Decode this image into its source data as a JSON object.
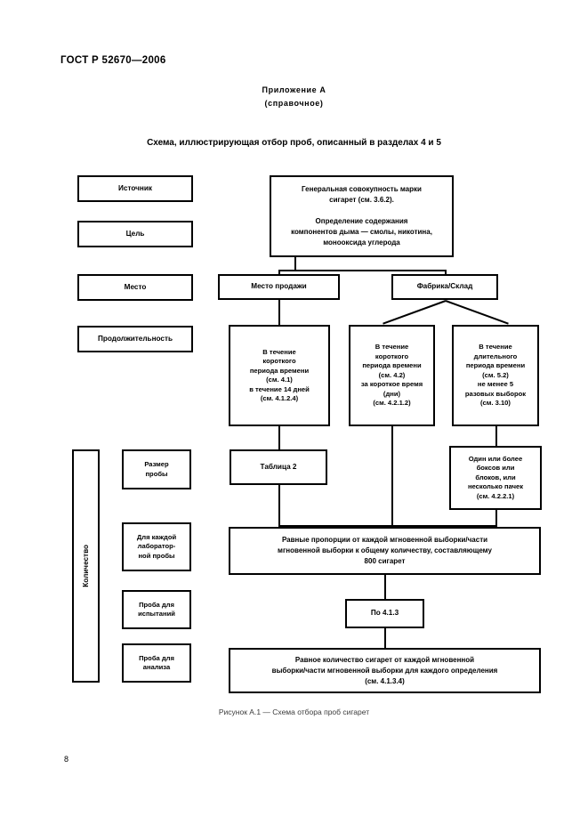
{
  "document": {
    "standard_header": "ГОСТ Р 52670—2006",
    "annex_label": "Приложение А",
    "annex_kind": "(справочное)",
    "scheme_title": "Схема, иллюстрирующая отбор проб, описанный в разделах 4 и 5",
    "figure_caption": "Рисунок А.1 — Схема отбора проб сигарет",
    "page_number": "8"
  },
  "row_labels": [
    {
      "label": "Источник"
    },
    {
      "label": "Цель"
    },
    {
      "label": "Место"
    },
    {
      "label": "Продолжительность"
    }
  ],
  "quantity_group": {
    "vertical_label": "Количество",
    "items": [
      {
        "label": "Размер\nпробы"
      },
      {
        "label": "Для каждой\nлаборатор-\nной пробы"
      },
      {
        "label": "Проба для\nиспытаний"
      },
      {
        "label": "Проба для\nанализа"
      }
    ]
  },
  "flowchart": {
    "population_box": "Генеральная совокупность марки\nсигарет (см. 3.6.2).\n\nОпределение содержания\nкомпонентов дыма — смолы, никотина,\nмонооксида углерода",
    "place_sale": "Место продажи",
    "factory_store": "Фабрика/Склад",
    "period_short_sale": "В течение\nкороткого\nпериода времени\n(см. 4.1)\nв течение 14 дней\n(см. 4.1.2.4)",
    "period_short_factory": "В течение\nкороткого\nпериода времени\n(см. 4.2)\nза короткое время\n(дни)\n(см. 4.2.1.2)",
    "period_long_factory": "В течение\nдлительного\nпериода времени\n(см. 5.2)\nне менее 5\nразовых выборок\n(см. 3.10)",
    "table_ref": "Таблица 2",
    "boxes_blocks": "Один или более\nбоксов или\nблоков, или\nнесколько пачек\n(см. 4.2.2.1)",
    "equal_proportions": "Равные пропорции от каждой мгновенной выборки/части\nмгновенной выборки к общему количеству, составляющему\n800 сигарет",
    "per_clause": "По 4.1.3",
    "equal_quantity": "Равное количество сигарет от каждой мгновенной\nвыборки/части мгновенной выборки для каждого определения\n(см. 4.1.3.4)"
  }
}
